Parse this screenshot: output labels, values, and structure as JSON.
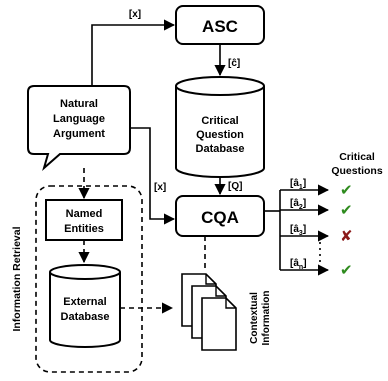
{
  "nodes": {
    "asc": "ASC",
    "cqa": "CQA",
    "nla": [
      "Natural",
      "Language",
      "Argument"
    ],
    "cqdb": [
      "Critical",
      "Question",
      "Database"
    ],
    "ne": [
      "Named",
      "Entities"
    ],
    "extdb": [
      "External",
      "Database"
    ],
    "ctx_info": [
      "Contextual",
      "Information"
    ]
  },
  "group_label": "Information Retrieval",
  "edge_labels": {
    "x_top": "[x]",
    "c_hat": "[ĉ]",
    "q": "[Q]",
    "x_mid": "[x]"
  },
  "outputs": {
    "title": [
      "Critical",
      "Questions"
    ],
    "items": [
      {
        "base": "[â",
        "sub": "1",
        "close": "]",
        "status": "✔",
        "color": "#2e8b1e"
      },
      {
        "base": "[â",
        "sub": "2",
        "close": "]",
        "status": "✔",
        "color": "#2e8b1e"
      },
      {
        "base": "[â",
        "sub": "3",
        "close": "]",
        "status": "✘",
        "color": "#8b1a1a"
      },
      {
        "base": "[â",
        "sub": "n",
        "close": "]",
        "status": "✔",
        "color": "#2e8b1e"
      }
    ]
  }
}
